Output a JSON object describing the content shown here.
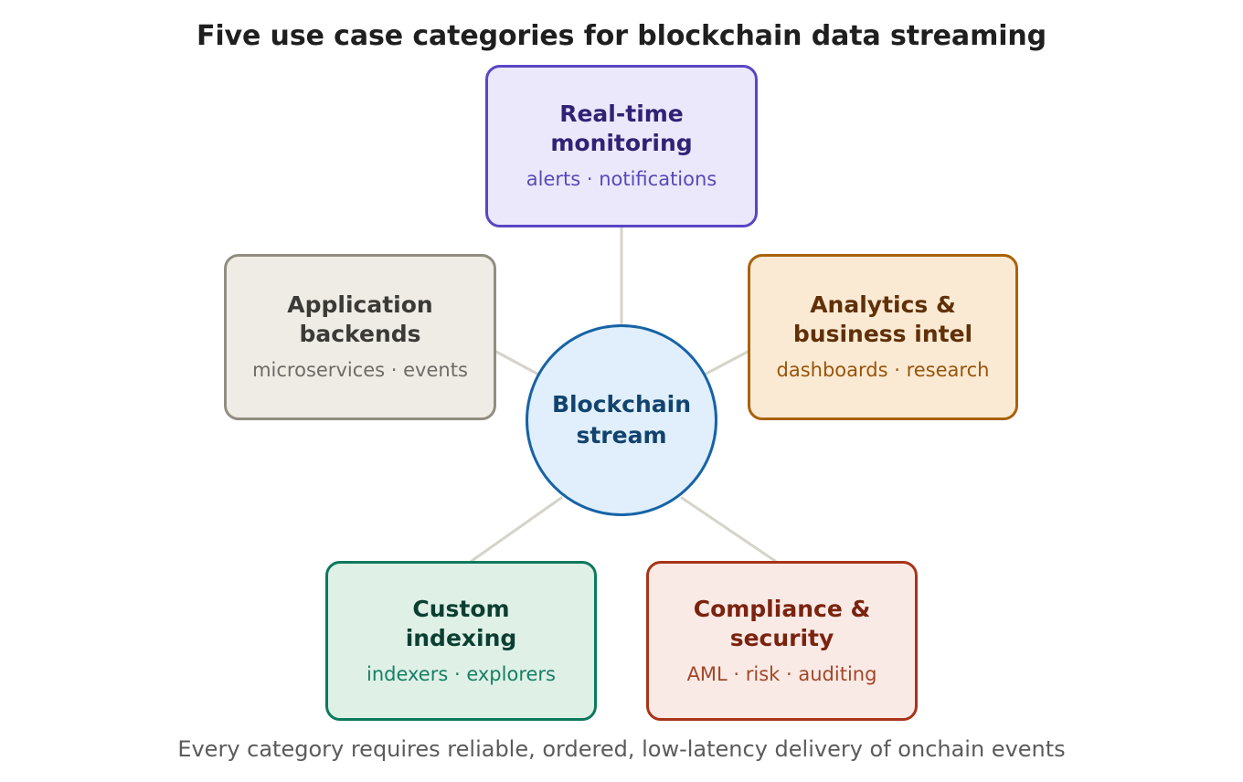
{
  "title": "Five use case categories for blockchain data streaming",
  "footer": "Every category requires reliable, ordered, low-latency delivery of onchain events",
  "hub": {
    "label": "Blockchain\nstream",
    "fill": "#e0effb",
    "border": "#1763a6",
    "text_color": "#12436f"
  },
  "nodes": [
    {
      "id": "real-time-monitoring",
      "title": "Real-time\nmonitoring",
      "subtitle": "alerts · notifications",
      "fill": "#ebe8fb",
      "border": "#5b45c4",
      "title_color": "#312275",
      "subtitle_color": "#5949b8"
    },
    {
      "id": "application-backends",
      "title": "Application\nbackends",
      "subtitle": "microservices · events",
      "fill": "#efece5",
      "border": "#918d82",
      "title_color": "#3b3a36",
      "subtitle_color": "#6d6b67"
    },
    {
      "id": "analytics-business-intel",
      "title": "Analytics &\nbusiness intel",
      "subtitle": "dashboards · research",
      "fill": "#fbead3",
      "border": "#a8620a",
      "title_color": "#603008",
      "subtitle_color": "#95540c"
    },
    {
      "id": "custom-indexing",
      "title": "Custom\nindexing",
      "subtitle": "indexers · explorers",
      "fill": "#dff0e7",
      "border": "#0c7a5c",
      "title_color": "#0b3f31",
      "subtitle_color": "#177f63"
    },
    {
      "id": "compliance-security",
      "title": "Compliance &\nsecurity",
      "subtitle": "AML · risk · auditing",
      "fill": "#faeae6",
      "border": "#a8341a",
      "title_color": "#7a230f",
      "subtitle_color": "#a14727"
    }
  ],
  "connector_color": "#d6d3c8"
}
